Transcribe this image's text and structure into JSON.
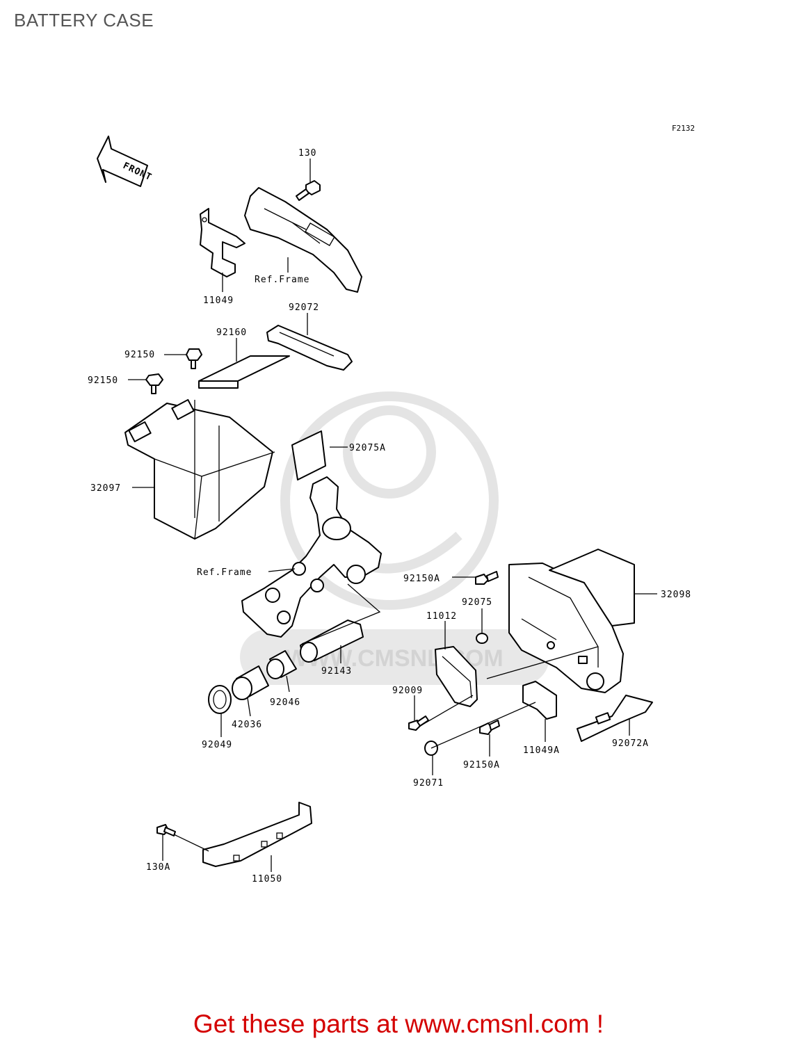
{
  "page": {
    "title": "BATTERY CASE",
    "figure_code": "F2132",
    "footer": "Get these parts at www.cmsnl.com !"
  },
  "direction_arrow": {
    "label": "FRONT"
  },
  "watermark": {
    "text": "WWW.CMSNL.COM"
  },
  "callouts": [
    "130",
    "11049",
    "Ref.Frame",
    "92072",
    "92160",
    "92150",
    "92150",
    "92075A",
    "32097",
    "Ref.Frame",
    "92150A",
    "92075",
    "11012",
    "32098",
    "92143",
    "92046",
    "42036",
    "92049",
    "92009",
    "92071",
    "92150A",
    "11049A",
    "92072A",
    "130A",
    "11050"
  ]
}
